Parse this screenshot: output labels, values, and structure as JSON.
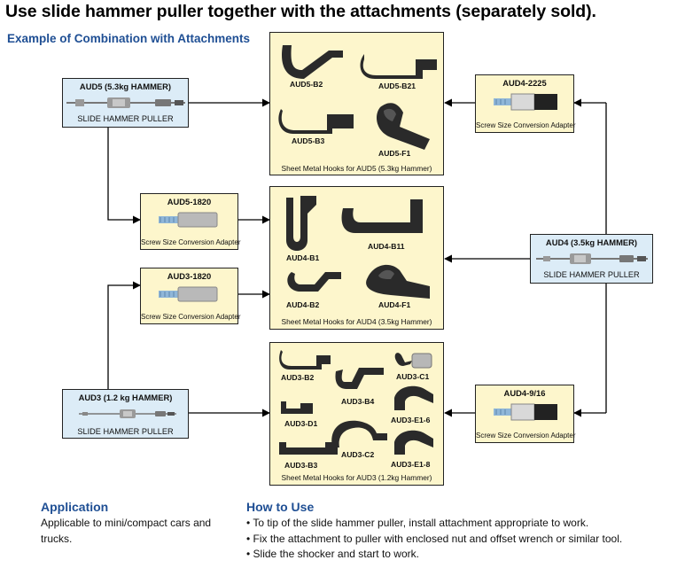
{
  "title": "Use slide hammer puller together with the attachments (separately sold).",
  "subtitle": "Example of Combination with Attachments",
  "pullers": {
    "aud5": {
      "model": "AUD5 (5.3kg HAMMER)",
      "label": "SLIDE HAMMER PULLER"
    },
    "aud4": {
      "model": "AUD4 (3.5kg HAMMER)",
      "label": "SLIDE HAMMER PULLER"
    },
    "aud3": {
      "model": "AUD3 (1.2 kg HAMMER)",
      "label": "SLIDE HAMMER PULLER"
    }
  },
  "adapters": {
    "aud5_1820": {
      "model": "AUD5-1820",
      "label": "Screw Size Conversion Adapter"
    },
    "aud3_1820": {
      "model": "AUD3-1820",
      "label": "Screw Size Conversion Adapter"
    },
    "aud4_2225": {
      "model": "AUD4-2225",
      "label": "Screw Size Conversion Adapter"
    },
    "aud4_916": {
      "model": "AUD4-9/16",
      "label": "Screw Size Conversion Adapter"
    }
  },
  "hooks": {
    "aud5": {
      "caption": "Sheet Metal Hooks for AUD5 (5.3kg Hammer)",
      "parts": [
        "AUD5-B2",
        "AUD5-B21",
        "AUD5-B3",
        "AUD5-F1"
      ]
    },
    "aud4": {
      "caption": "Sheet Metal Hooks for AUD4 (3.5kg Hammer)",
      "parts": [
        "AUD4-B1",
        "AUD4-B11",
        "AUD4-B2",
        "AUD4-F1"
      ]
    },
    "aud3": {
      "caption": "Sheet Metal Hooks for AUD3 (1.2kg Hammer)",
      "parts": [
        "AUD3-B2",
        "AUD3-C1",
        "AUD3-B4",
        "AUD3-D1",
        "AUD3-E1-6",
        "AUD3-C2",
        "AUD3-B3",
        "AUD3-E1-8"
      ]
    }
  },
  "application": {
    "heading": "Application",
    "text_line1": "Applicable to mini/compact cars and",
    "text_line2": "trucks."
  },
  "how_to_use": {
    "heading": "How to Use",
    "steps": [
      "To tip of the slide hammer puller, install attachment appropriate to work.",
      "Fix the attachment to puller with enclosed nut and offset wrench or similar tool.",
      "Slide the shocker and start to work."
    ]
  },
  "colors": {
    "heading_blue": "#1f4f94",
    "puller_box": "#dcecf7",
    "hook_box": "#fdf6cc"
  }
}
